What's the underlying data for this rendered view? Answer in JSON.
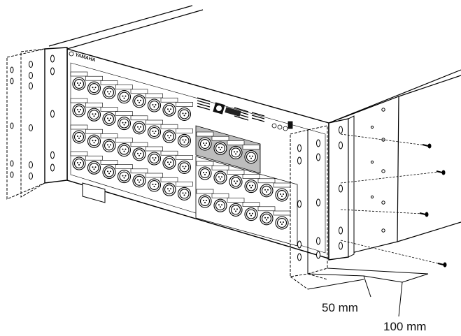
{
  "device": {
    "brand": "YAMAHA",
    "input_grid": {
      "rows": 4,
      "cols": 8
    },
    "output_grid": {
      "top_rows": 1,
      "top_cols": 4,
      "bottom_rows": 2,
      "bottom_cols": 6
    }
  },
  "dimensions": {
    "depth_short": "50 mm",
    "depth_long": "100 mm"
  },
  "screws": {
    "count": 4
  }
}
